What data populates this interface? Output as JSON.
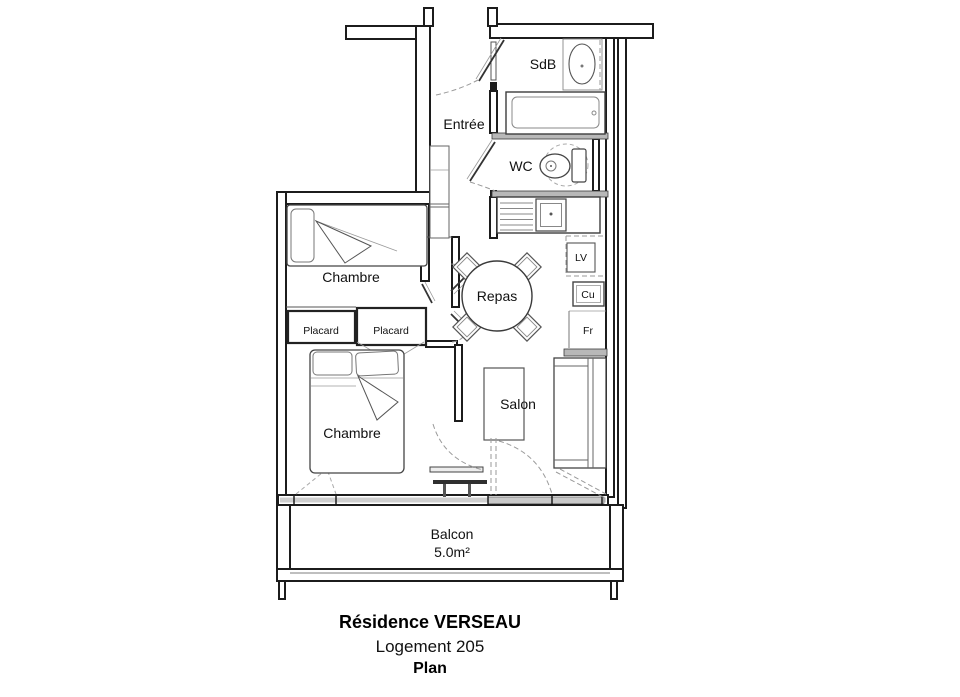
{
  "plan": {
    "labels": {
      "entree": "Entrée",
      "sdb": "SdB",
      "wc": "WC",
      "repas": "Repas",
      "chambre_top": "Chambre",
      "chambre_bottom": "Chambre",
      "placard_left": "Placard",
      "placard_right": "Placard",
      "salon": "Salon",
      "balcon": "Balcon",
      "balcon_area": "5.0m²",
      "lv": "LV",
      "cu": "Cu",
      "fr": "Fr"
    },
    "title": {
      "residence": "Résidence VERSEAU",
      "logement": "Logement 205",
      "plan": "Plan"
    },
    "colors": {
      "wall": "#1c1c1c",
      "furniture": "#555555",
      "dashed": "#9a9a9a",
      "window_fill": "#cfcfcf",
      "divider_fill": "#b8b8b8"
    }
  }
}
